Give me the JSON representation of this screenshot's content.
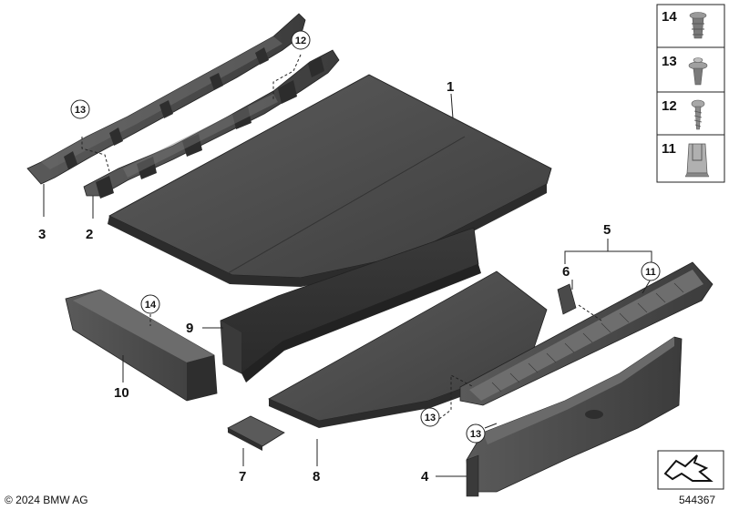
{
  "parts": {
    "p1": {
      "label": "1"
    },
    "p2": {
      "label": "2"
    },
    "p3": {
      "label": "3"
    },
    "p4": {
      "label": "4"
    },
    "p5": {
      "label": "5"
    },
    "p6": {
      "label": "6"
    },
    "p7": {
      "label": "7"
    },
    "p8": {
      "label": "8"
    },
    "p9": {
      "label": "9"
    },
    "p10": {
      "label": "10"
    }
  },
  "callouts": {
    "c13_left": "13",
    "c12_top": "12",
    "c14_mid": "14",
    "c11_right": "11",
    "c13_bottom_a": "13",
    "c13_bottom_b": "13"
  },
  "legend": {
    "items": [
      {
        "label": "14",
        "icon": "push-rivet-icon"
      },
      {
        "label": "13",
        "icon": "expanding-rivet-icon"
      },
      {
        "label": "12",
        "icon": "screw-icon"
      },
      {
        "label": "11",
        "icon": "clip-nut-icon"
      }
    ]
  },
  "footer": {
    "copyright": "© 2024 BMW AG",
    "diagram_number": "544367"
  },
  "colors": {
    "part_fill": "#4a4a4a",
    "part_dark": "#2e2e2e",
    "part_light": "#6a6a6a",
    "line": "#222222"
  }
}
